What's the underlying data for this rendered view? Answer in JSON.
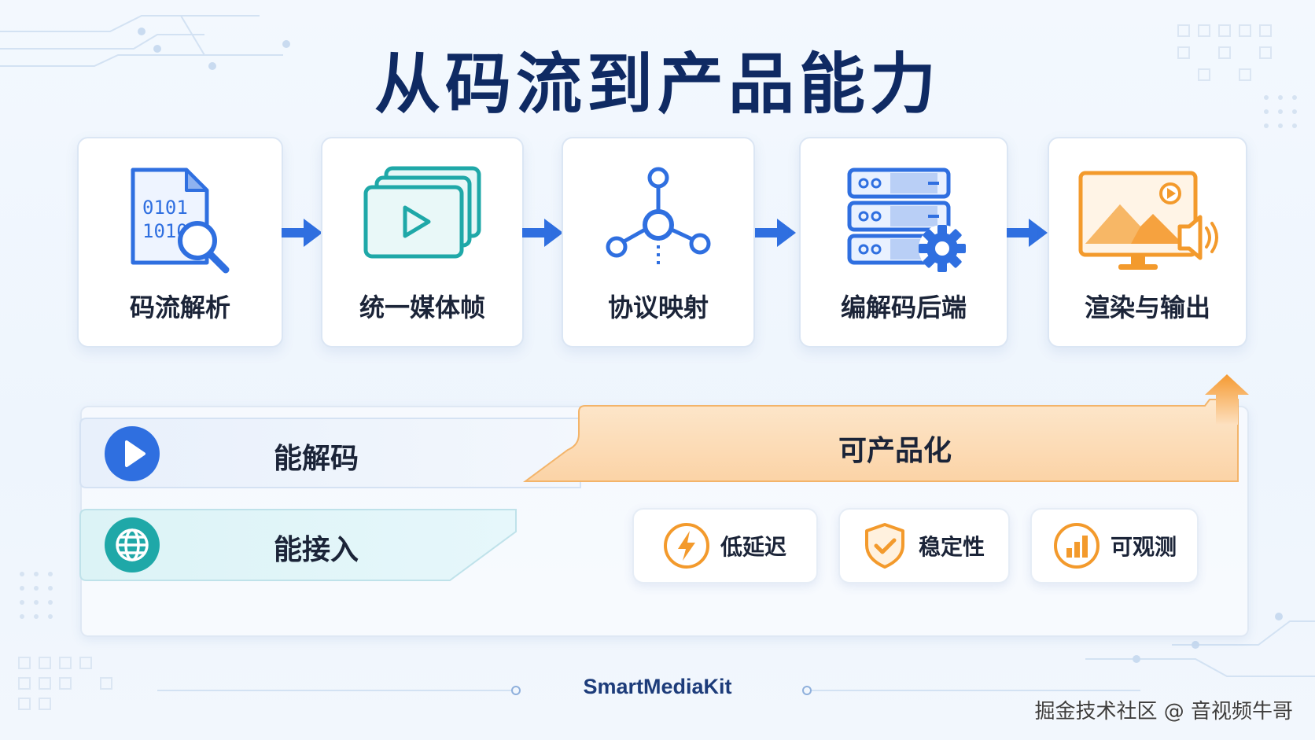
{
  "title": "从码流到产品能力",
  "steps": [
    {
      "label": "码流解析",
      "icon": "bitstream-search-icon",
      "bits_line1": "0101",
      "bits_line2": "1010"
    },
    {
      "label": "统一媒体帧",
      "icon": "media-frames-icon"
    },
    {
      "label": "协议映射",
      "icon": "protocol-network-icon"
    },
    {
      "label": "编解码后端",
      "icon": "server-gear-icon"
    },
    {
      "label": "渲染与输出",
      "icon": "monitor-speaker-icon"
    }
  ],
  "bands": {
    "decode": {
      "label": "能解码",
      "icon": "play-icon"
    },
    "access": {
      "label": "能接入",
      "icon": "globe-icon"
    },
    "product": {
      "label": "可产品化",
      "icon": "up-arrow-icon"
    }
  },
  "features": [
    {
      "label": "低延迟",
      "icon": "lightning-icon"
    },
    {
      "label": "稳定性",
      "icon": "shield-check-icon"
    },
    {
      "label": "可观测",
      "icon": "bar-chart-icon"
    }
  ],
  "footer": "SmartMediaKit",
  "watermark": "掘金技术社区 @ 音视频牛哥",
  "colors": {
    "title": "#0f2a63",
    "primary_blue": "#2f6fe0",
    "teal": "#1fa8a8",
    "orange": "#f39a2c",
    "orange_band": "#fbdcb7"
  }
}
